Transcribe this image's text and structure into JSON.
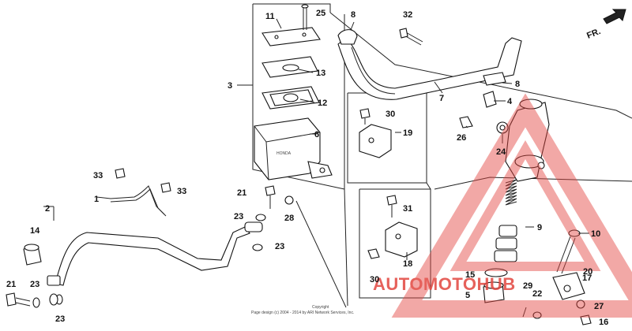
{
  "callouts": [
    {
      "id": "c1",
      "label": "1"
    },
    {
      "id": "c2",
      "label": "2"
    },
    {
      "id": "c3",
      "label": "3"
    },
    {
      "id": "c4",
      "label": "4"
    },
    {
      "id": "c5",
      "label": "5"
    },
    {
      "id": "c6",
      "label": "6"
    },
    {
      "id": "c7",
      "label": "7"
    },
    {
      "id": "c8a",
      "label": "8"
    },
    {
      "id": "c8b",
      "label": "8"
    },
    {
      "id": "c9",
      "label": "9"
    },
    {
      "id": "c10",
      "label": "10"
    },
    {
      "id": "c11",
      "label": "11"
    },
    {
      "id": "c12",
      "label": "12"
    },
    {
      "id": "c13",
      "label": "13"
    },
    {
      "id": "c14",
      "label": "14"
    },
    {
      "id": "c15",
      "label": "15"
    },
    {
      "id": "c16",
      "label": "16"
    },
    {
      "id": "c17",
      "label": "17"
    },
    {
      "id": "c18",
      "label": "18"
    },
    {
      "id": "c19",
      "label": "19"
    },
    {
      "id": "c20",
      "label": "20"
    },
    {
      "id": "c21a",
      "label": "21"
    },
    {
      "id": "c21b",
      "label": "21"
    },
    {
      "id": "c22",
      "label": "22"
    },
    {
      "id": "c23a",
      "label": "23"
    },
    {
      "id": "c23b",
      "label": "23"
    },
    {
      "id": "c23c",
      "label": "23"
    },
    {
      "id": "c23d",
      "label": "23"
    },
    {
      "id": "c24",
      "label": "24"
    },
    {
      "id": "c25",
      "label": "25"
    },
    {
      "id": "c26",
      "label": "26"
    },
    {
      "id": "c27",
      "label": "27"
    },
    {
      "id": "c28",
      "label": "28"
    },
    {
      "id": "c29",
      "label": "29"
    },
    {
      "id": "c30a",
      "label": "30"
    },
    {
      "id": "c30b",
      "label": "30"
    },
    {
      "id": "c31",
      "label": "31"
    },
    {
      "id": "c32",
      "label": "32"
    },
    {
      "id": "c33a",
      "label": "33"
    },
    {
      "id": "c33b",
      "label": "33"
    }
  ],
  "direction_label": "FR.",
  "copyright": {
    "line1": "Copyright",
    "line2": "Page design (c) 2004 - 2014 by ARI Network Services, Inc."
  },
  "watermark": {
    "text": "AUTOMOTOHUB",
    "color": "#e2463f"
  }
}
